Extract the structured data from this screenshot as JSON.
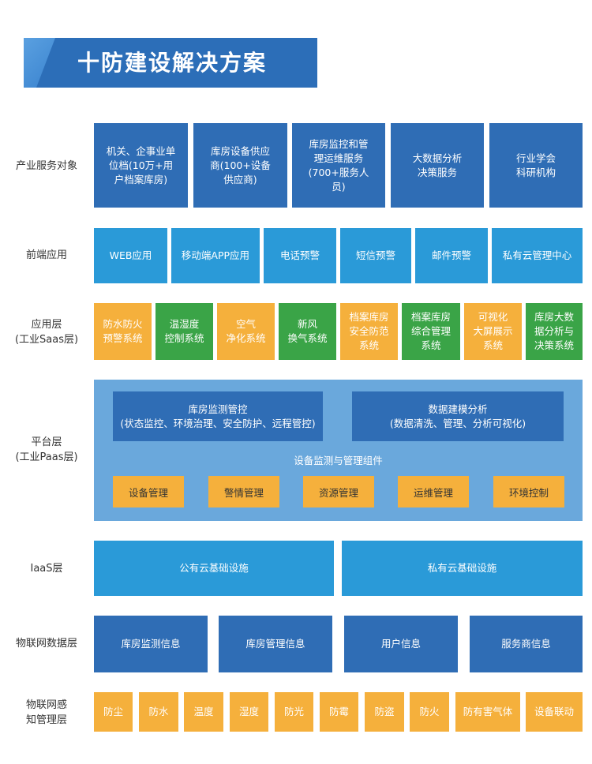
{
  "title": "十防建设解决方案",
  "rows": {
    "service_targets": {
      "label": "产业服务对象",
      "items": [
        "机关、企事业单\n位档(10万+用\n户档案库房)",
        "库房设备供应\n商(100+设备\n供应商)",
        "库房监控和管\n理运维服务\n(700+服务人\n员)",
        "大数据分析\n决策服务",
        "行业学会\n科研机构"
      ]
    },
    "frontend": {
      "label": "前端应用",
      "items": [
        "WEB应用",
        "移动端APP应用",
        "电话预警",
        "短信预警",
        "邮件预警",
        "私有云管理中心"
      ]
    },
    "application": {
      "label": "应用层\n(工业Saas层)",
      "items": [
        "防水防火\n预警系统",
        "温湿度\n控制系统",
        "空气\n净化系统",
        "新风\n换气系统",
        "档案库房\n安全防范\n系统",
        "档案库房\n综合管理\n系统",
        "可视化\n大屏展示\n系统",
        "库房大数\n据分析与\n决策系统"
      ],
      "colors": [
        "orange",
        "green",
        "orange",
        "green",
        "orange",
        "green",
        "orange",
        "green"
      ]
    },
    "platform": {
      "label": "平台层\n(工业Paas层)",
      "monitor": "库房监测管控\n(状态监控、环境治理、安全防护、远程管控)",
      "modeling": "数据建模分析\n(数据清洗、管理、分析可视化)",
      "component_caption": "设备监测与管理组件",
      "components": [
        "设备管理",
        "警情管理",
        "资源管理",
        "运维管理",
        "环境控制"
      ]
    },
    "iaas": {
      "label": "IaaS层",
      "items": [
        "公有云基础设施",
        "私有云基础设施"
      ]
    },
    "iot_data": {
      "label": "物联网数据层",
      "items": [
        "库房监测信息",
        "库房管理信息",
        "用户信息",
        "服务商信息"
      ]
    },
    "iot_sensing": {
      "label": "物联网感\n知管理层",
      "items": [
        "防尘",
        "防水",
        "温度",
        "湿度",
        "防光",
        "防霉",
        "防盗",
        "防火",
        "防有害气体",
        "设备联动"
      ]
    }
  },
  "colors": {
    "dark_blue": "#2f6db5",
    "cyan": "#2a9ad8",
    "orange": "#f5b03c",
    "green": "#3aa447",
    "platform_bg": "#6aa8dc"
  }
}
